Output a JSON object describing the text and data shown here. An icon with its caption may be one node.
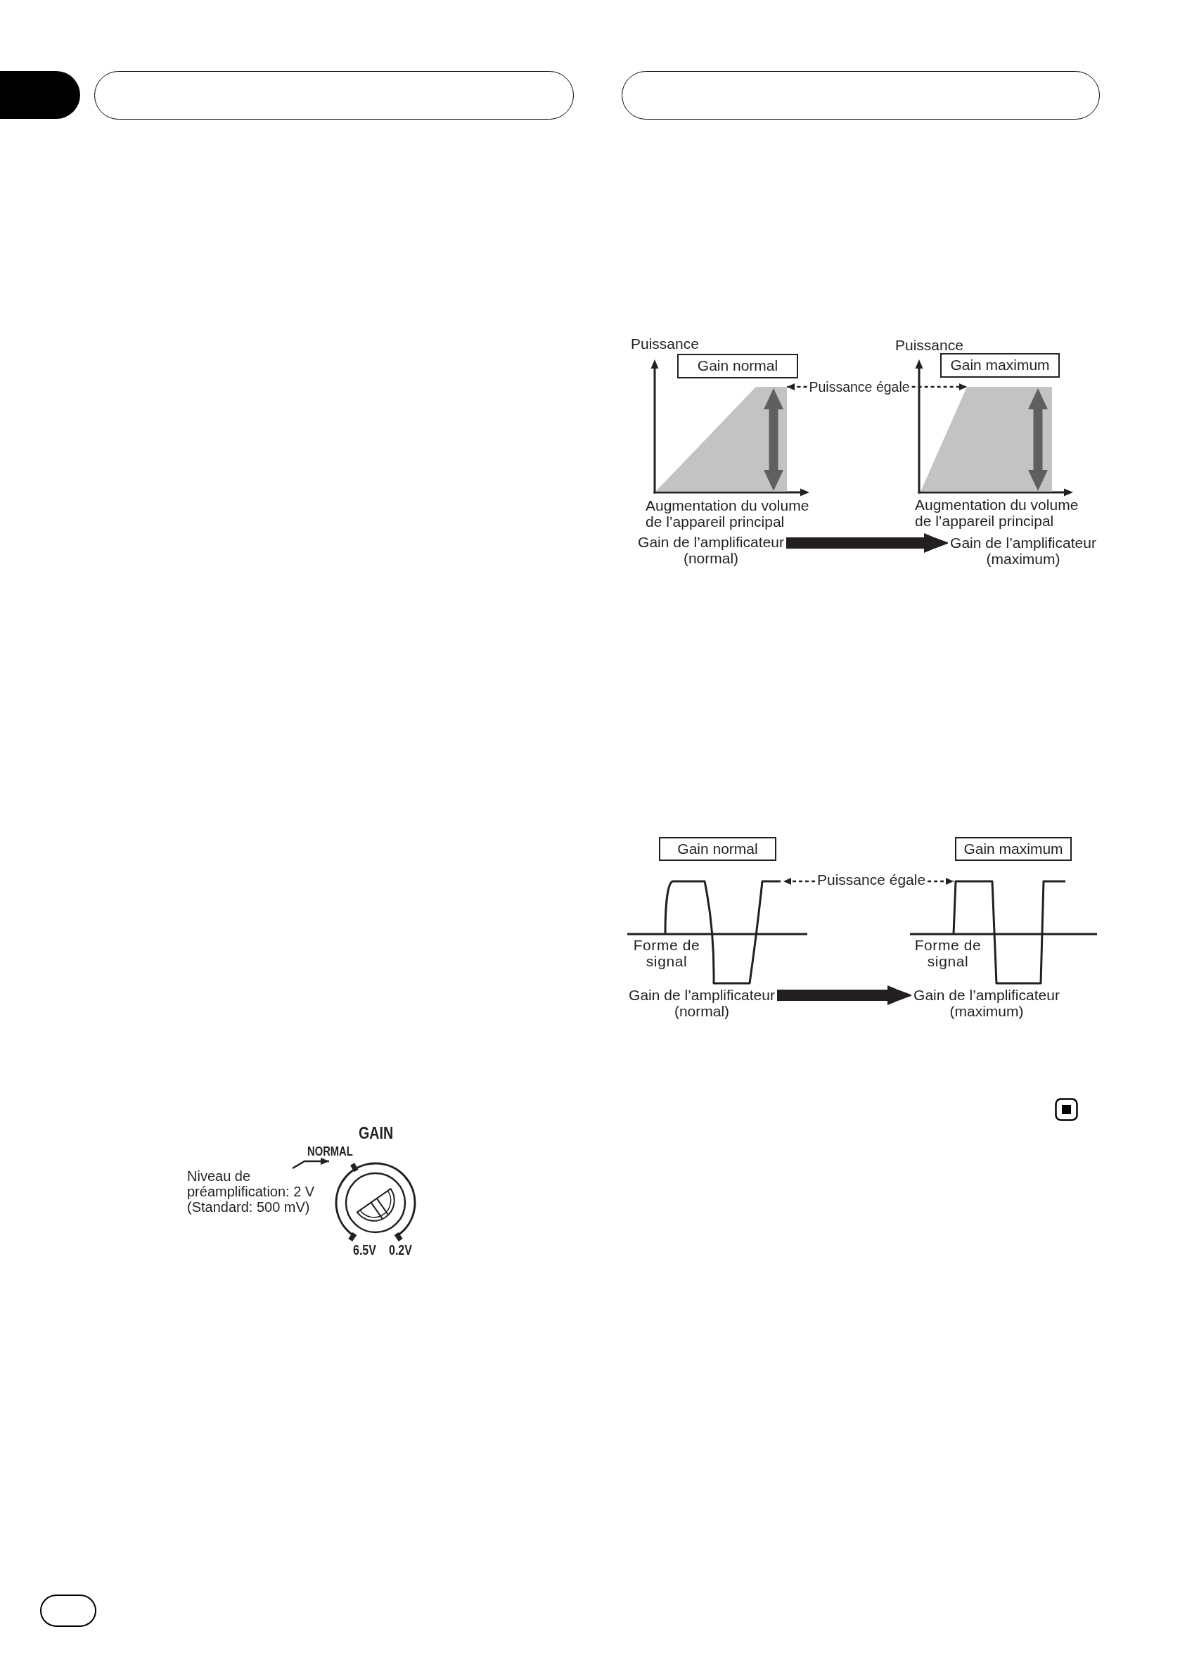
{
  "diagram": {
    "nodes": [
      {
        "text": [],
        "shape": "tab"
      },
      {
        "text": [],
        "shape": "pill"
      },
      {
        "text": [],
        "shape": "pill"
      },
      {
        "text": [
          "Gain normal"
        ]
      },
      {
        "text": [
          "Gain maximum"
        ]
      },
      {
        "text": [
          "Puissance égale"
        ]
      },
      {
        "text": [],
        "shape": "trapezoid"
      },
      {
        "text": [],
        "shape": "trapezoid"
      },
      {
        "text": [
          "Gain de l’amplificateur (normal)"
        ]
      },
      {
        "text": [
          "Gain de l’amplificateur (maximum)"
        ]
      },
      {
        "text": [
          "Gain normal"
        ]
      },
      {
        "text": [
          "Gain maximum"
        ]
      },
      {
        "text": [
          "Puissance égale"
        ]
      },
      {
        "text": [
          "Gain de l’amplificateur (normal)"
        ]
      },
      {
        "text": [
          "Gain de l’amplificateur (maximum)"
        ]
      },
      {
        "text": [
          "Niveau de préamplification: 2 V (Standard: 500 mV)"
        ]
      },
      {
        "text": [],
        "shape": "circle",
        "beside": [
          "GAIN",
          "NORMAL",
          "6.5V",
          "0.2V"
        ]
      },
      {
        "text": [],
        "shape": "pill"
      }
    ],
    "edges": [
      {
        "from": 5,
        "to": 6,
        "arrow": "to",
        "style": "dashed"
      },
      {
        "from": 5,
        "to": 7,
        "arrow": "to",
        "style": "dashed"
      },
      {
        "from": 8,
        "to": 9,
        "arrow": "to",
        "style": "thick"
      },
      {
        "from": 12,
        "to": null,
        "arrow": "to",
        "style": "dashed"
      },
      {
        "from": 12,
        "to": null,
        "arrow": "to",
        "style": "dashed"
      },
      {
        "from": 13,
        "to": 14,
        "arrow": "to",
        "style": "thick"
      },
      {
        "from": 15,
        "to": 16,
        "arrow": "to"
      }
    ],
    "labels": [
      "Puissance",
      "Puissance",
      "Augmentation du volume de l’appareil principal",
      "Augmentation du volume de l’appareil principal",
      "Forme de signal",
      "Forme de signal"
    ]
  }
}
